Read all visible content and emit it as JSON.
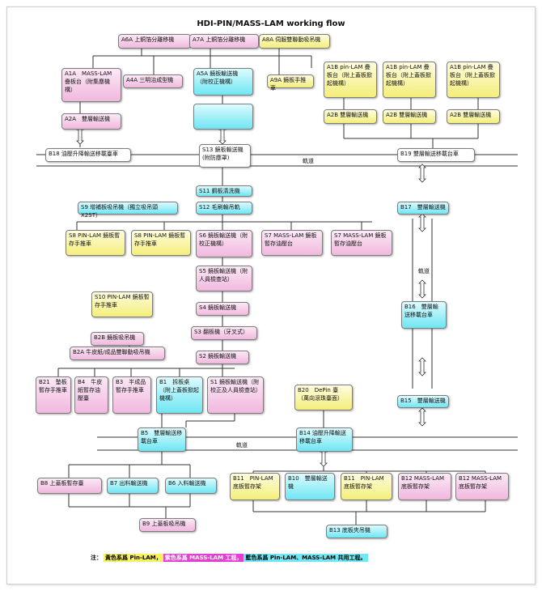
{
  "title": "HDI-PIN/MASS-LAM working flow",
  "tracks": {
    "top": "軌道",
    "right": "軌道",
    "bottom": "軌道"
  },
  "boxes": {
    "a6a": "A6A 上銅箔分離移機",
    "a7a": "A7A 上銅箔分離移機",
    "a8a": "A8A 伺服雙聯動吸吊機",
    "a1a": "A1A　MASS-LAM 疊板台（附集塵機構）",
    "a4a": "A4A 三明治成型機",
    "a5a": "A5A 鏡板輸送機　（附校正機構）",
    "a9a": "A9A 鏡板手推車",
    "a1b_1": "A1B pin-LAM 疊板台（附上蓋板掀起機構）",
    "a1b_2": "A1B pin-LAM 疊板台（附上蓋板掀起機構）",
    "a1b_3": "A1B pin-LAM 疊板台（附上蓋板掀起機構）",
    "a2a": "A2A　雙層輸送機",
    "a2b_1": "A2B 雙層輸送機",
    "a2b_2": "A2B 雙層輸送機",
    "a2b_3": "A2B 雙層輸送機",
    "b18": "B18 油壓升降輸送移載臺車",
    "s13": "S13 鏡板輸送機(附防塵罩)",
    "b19": "B19 雙層輸送移載台車",
    "s11": "S11 鋼板清洗機",
    "s12": "S12 毛刷輸吊軌",
    "s9": "S9 增補板吸吊機（獨立吸吊頭 X2ST）",
    "b17": "B17　雙層輸送機",
    "s8": "S8 PIN-LAM 鏡板暫存手推車",
    "s8b": "S8 PIN-LAM 鏡板暫存手推車",
    "s6": "S6 鏡板輸送機（附校正機構）",
    "s7a": "S7 MASS-LAM 鏡板暫存油壓台",
    "s7b": "S7 MASS-LAM 鏡板暫存油壓台",
    "s5": "S5 鏡板輸送機（附人員檢查站）",
    "s10": "S10 PIN-LAM 鏡板暫存手推車",
    "s4": "S4 鏡板輸送機",
    "b16": "B16　雙層輸送移載台車",
    "b2b": "B2B 鏡板吸吊機",
    "s3": "S3 翻板機（牙叉式）",
    "b2a": "B2A 牛皮紙/成品雙聯動吸吊機",
    "s2": "S2 鏡板輸送機",
    "b21": "B21　墊板暫存手推車",
    "b4": "B4　牛皮紙暫存油壓臺",
    "b3": "B3　半成品暫存手推車",
    "b1": "B1　拆板桌（附上蓋板掀起機構）",
    "s1": "S1 鏡板輸送機（附校正及人員檢查站）",
    "b20": "B20　DePin 臺（萬向滾珠臺面）",
    "b15": "B15　雙層輸送機",
    "b5": "B5　雙層輸送移載台車",
    "b14": "B14 油壓升降輸送移載台車",
    "b8": "B8 上蓋板暫存臺",
    "b7": "B7 出料輸送機",
    "b6": "B6 入料輸送機",
    "b11a": "B11　PIN-LAM 底板暫存架",
    "b10": "B10　雙層輸送機",
    "b11b": "B11　PIN-LAM 底板暫存架",
    "b12a": "B12 MASS-LAM 底板暫存架",
    "b12b": "B12 MASS-LAM 底板暫存架",
    "b9": "B9 上蓋板吸吊機",
    "b13": "B13 底板夾吊機"
  },
  "legend": {
    "prefix": "注：",
    "yellow": "黃色系爲 Pin-LAM，",
    "pink": "紫色系爲 MASS-LAM 工程，",
    "cyan": "藍色系爲 Pin-LAM、MASS-LAM 共用工程。"
  },
  "colors": {
    "yellow": "#f4ee7a",
    "pink": "#f1b8de",
    "cyan": "#6fe6f3"
  }
}
